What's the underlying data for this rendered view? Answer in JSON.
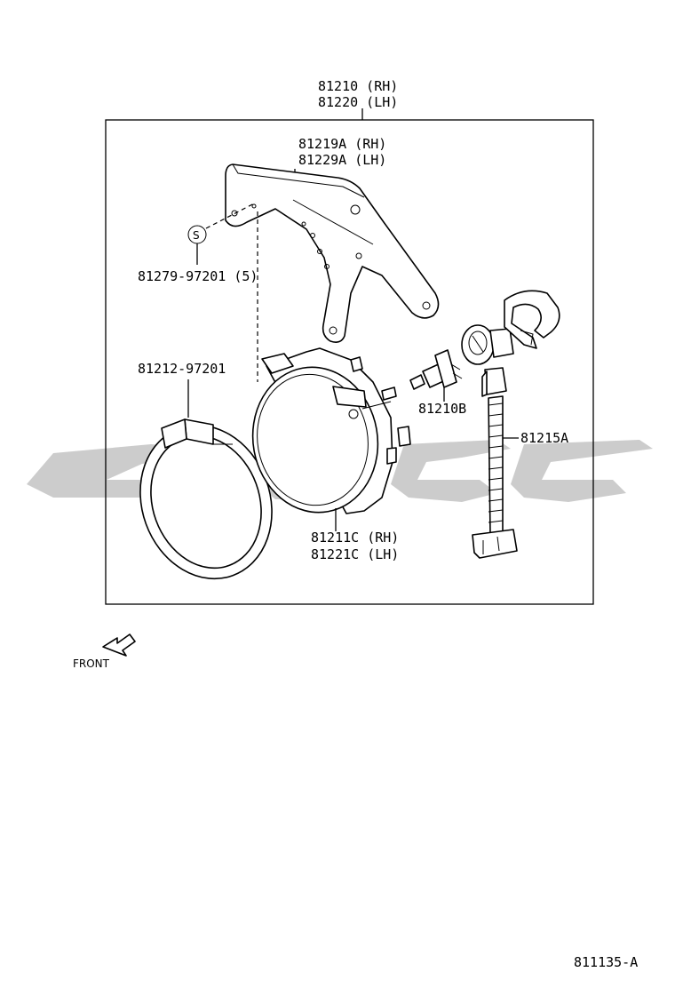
{
  "assembly": {
    "label_rh": "81210 (RH)",
    "label_lh": "81220 (LH)"
  },
  "bracket": {
    "label_rh": "81219A (RH)",
    "label_lh": "81229A (LH)"
  },
  "screw": {
    "symbol": "S",
    "label": "81279-97201 (5)"
  },
  "retaining_ring": {
    "label": "81212-97201"
  },
  "bulb": {
    "label": "81210B"
  },
  "harness": {
    "label": "81215A"
  },
  "lamp_unit": {
    "label_rh": "81211C (RH)",
    "label_lh": "81221C (LH)"
  },
  "front_indicator": {
    "label": "FRONT"
  },
  "diagram_code": "811135-A",
  "colors": {
    "watermark": "#cccccc",
    "line": "#000000"
  }
}
